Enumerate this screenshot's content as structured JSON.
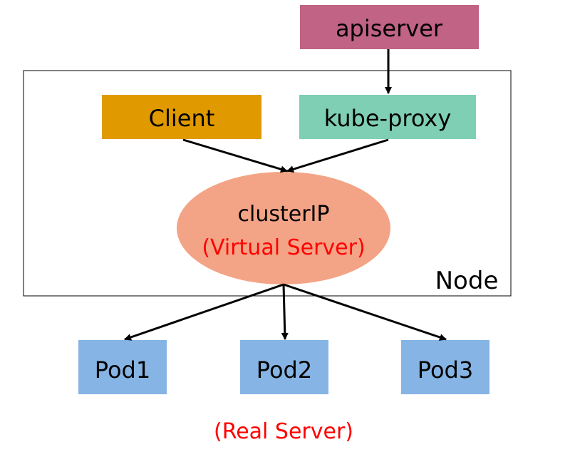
{
  "nodes": {
    "apiserver": {
      "label": "apiserver",
      "color": "#c06384"
    },
    "client": {
      "label": "Client",
      "color": "#e09a00"
    },
    "kube_proxy": {
      "label": "kube-proxy",
      "color": "#7fcfb4"
    },
    "cluster_ip": {
      "label": "clusterIP",
      "sublabel": "(Virtual Server)",
      "color": "#f3a486",
      "sublabel_color": "#ff0000"
    },
    "node": {
      "label": "Node"
    },
    "pods": [
      {
        "label": "Pod1"
      },
      {
        "label": "Pod2"
      },
      {
        "label": "Pod3"
      }
    ],
    "pod_color": "#86b4e4"
  },
  "footer": {
    "label": "(Real Server)",
    "color": "#ff0000"
  },
  "edges": [
    {
      "from": "apiserver",
      "to": "kube-proxy"
    },
    {
      "from": "Client",
      "to": "clusterIP"
    },
    {
      "from": "kube-proxy",
      "to": "clusterIP"
    },
    {
      "from": "clusterIP",
      "to": "Pod1"
    },
    {
      "from": "clusterIP",
      "to": "Pod2"
    },
    {
      "from": "clusterIP",
      "to": "Pod3"
    }
  ]
}
